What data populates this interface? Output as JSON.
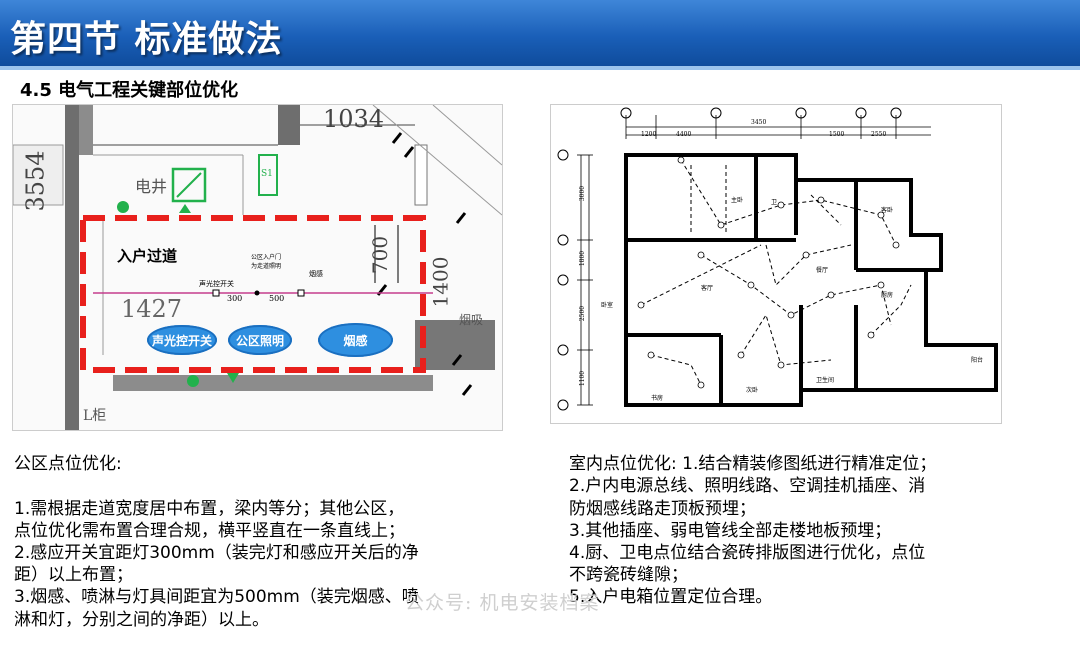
{
  "header": {
    "title": "第四节  标准做法"
  },
  "subtitle": "4.5 电气工程关键部位优化",
  "left_drawing": {
    "dims": {
      "d1034": "1034",
      "d3554": "3554",
      "d700": "700",
      "d1400": "1400",
      "d1427": "1427",
      "d300": "300",
      "d500": "500"
    },
    "room_label": "入户过道",
    "elevator_label": "电井",
    "tag_s1": "S1",
    "tag_smoke_word": "烟吸",
    "tag_bottom": "L柜",
    "small_labels": {
      "switch": "声光控开关",
      "light": "公区入户门\n为走道照明",
      "smoke": "烟感"
    },
    "bubbles": {
      "switch": "声光控开关",
      "light": "公区照明",
      "smoke": "烟感"
    }
  },
  "left_text": {
    "heading": "公区点位优化:",
    "body": " 1.需根据走道宽度居中布置，梁内等分；其他公区，\n点位优化需布置合理合规，横平竖直在一条直线上；\n2.感应开关宜距灯300mm（装完灯和感应开关后的净\n距）以上布置；\n3.烟感、喷淋与灯具间距宜为500mm（装完烟感、喷\n淋和灯，分别之间的净距）以上。"
  },
  "right_text": {
    "body": "室内点位优化: 1.结合精装修图纸进行精准定位；\n2.户内电源总线、照明线路、空调挂机插座、消\n防烟感线路走顶板预埋；\n3.其他插座、弱电管线全部走楼地板预埋；\n4.厨、卫电点位结合瓷砖排版图进行优化，点位\n不跨瓷砖缝隙；\n5.入户电箱位置定位合理。"
  },
  "right_drawing": {
    "top_dims": [
      "1200",
      "4400",
      "3450",
      "1500",
      "2550"
    ],
    "left_dims": [
      "3000",
      "1800",
      "2500",
      "1100"
    ],
    "room_labels": [
      "主卧",
      "卫",
      "客卧",
      "餐厅",
      "客厅",
      "厨房",
      "阳台",
      "卫生间",
      "次卧",
      "书房",
      "卧室"
    ]
  },
  "watermark": "公众号: 机电安装档案",
  "colors": {
    "header_blue": "#1a5fb8",
    "dash_red": "#e8201c",
    "bubble_blue": "#2e8fe0",
    "green": "#22b14c"
  }
}
